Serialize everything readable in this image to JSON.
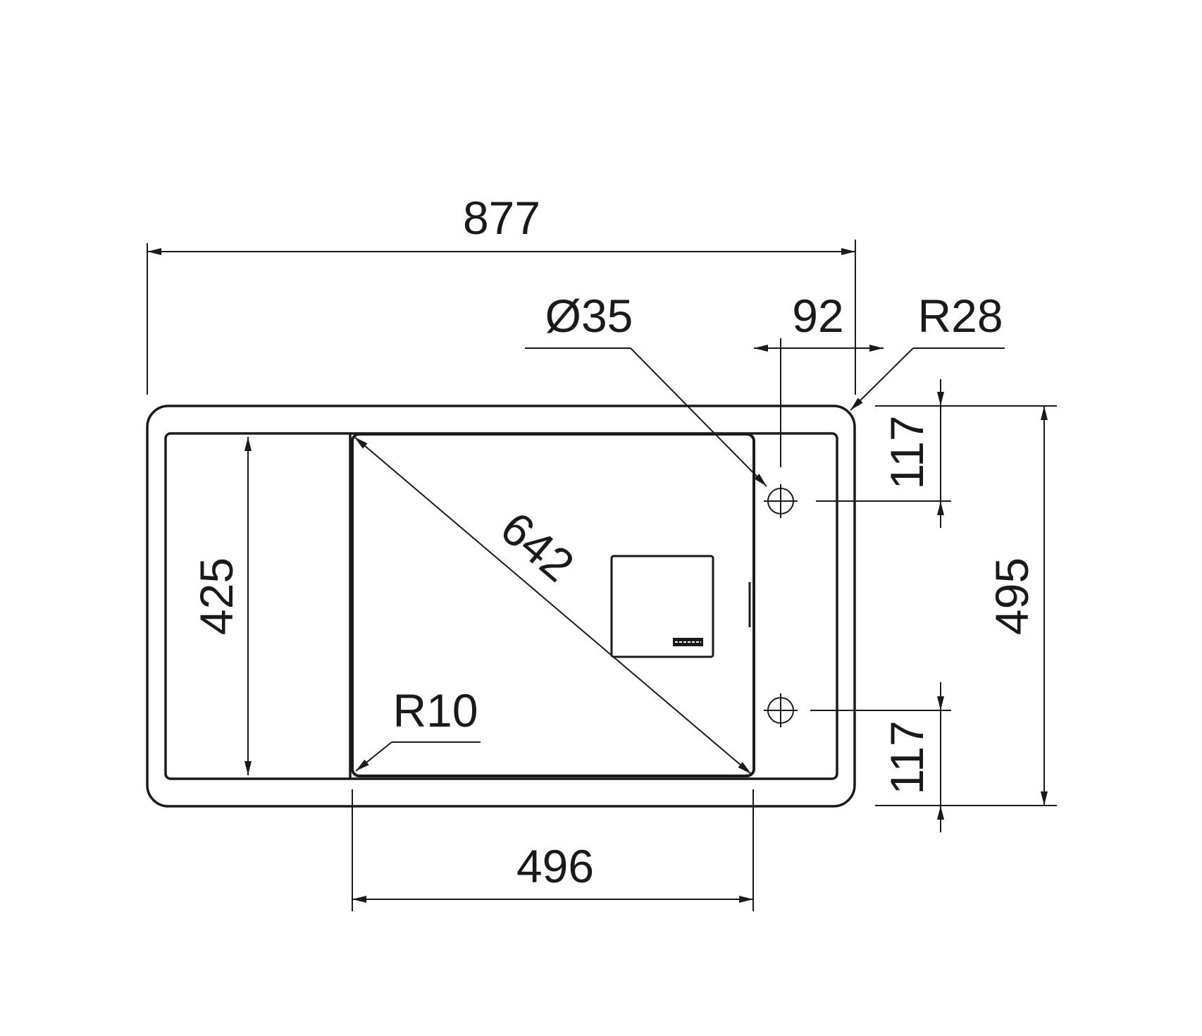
{
  "drawing": {
    "dimensions": {
      "overall_width": "877",
      "overall_depth": "495",
      "drainer_depth": "425",
      "bowl_diagonal": "642",
      "bowl_width": "496",
      "tap_hole_diameter": "Ø35",
      "tap_hole_offset": "92",
      "outer_corner_radius": "R28",
      "bowl_corner_radius": "R10",
      "tap_hole_top_offset": "117",
      "tap_hole_bottom_offset": "117"
    }
  }
}
